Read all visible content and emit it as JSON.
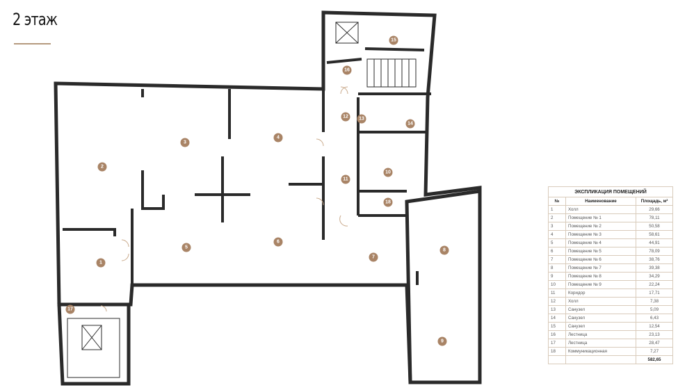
{
  "header": {
    "title": "2 этаж"
  },
  "colors": {
    "accent": "#a98466",
    "wall": "#2a2a2a",
    "table_border": "#d9cbbb"
  },
  "plan": {
    "markers": [
      "1",
      "2",
      "3",
      "4",
      "5",
      "6",
      "7",
      "8",
      "9",
      "10",
      "11",
      "12",
      "13",
      "14",
      "15",
      "16",
      "17",
      "18"
    ]
  },
  "legend": {
    "caption": "ЭКСПЛИКАЦИЯ ПОМЕЩЕНИЙ",
    "columns": [
      "№",
      "Наименование",
      "Площадь, м²"
    ],
    "rows": [
      {
        "n": "1",
        "name": "Холл",
        "area": "29,66"
      },
      {
        "n": "2",
        "name": "Помещение № 1",
        "area": "78,11"
      },
      {
        "n": "3",
        "name": "Помещение № 2",
        "area": "50,58"
      },
      {
        "n": "4",
        "name": "Помещение № 3",
        "area": "58,61"
      },
      {
        "n": "5",
        "name": "Помещение № 4",
        "area": "44,91"
      },
      {
        "n": "6",
        "name": "Помещение № 5",
        "area": "78,09"
      },
      {
        "n": "7",
        "name": "Помещение № 6",
        "area": "38,76"
      },
      {
        "n": "8",
        "name": "Помещение № 7",
        "area": "39,38"
      },
      {
        "n": "9",
        "name": "Помещение № 8",
        "area": "34,29"
      },
      {
        "n": "10",
        "name": "Помещение № 9",
        "area": "22,24"
      },
      {
        "n": "11",
        "name": "Коридор",
        "area": "17,71"
      },
      {
        "n": "12",
        "name": "Холл",
        "area": "7,38"
      },
      {
        "n": "13",
        "name": "Санузел",
        "area": "5,09"
      },
      {
        "n": "14",
        "name": "Санузел",
        "area": "6,43"
      },
      {
        "n": "15",
        "name": "Санузел",
        "area": "12,54"
      },
      {
        "n": "16",
        "name": "Лестница",
        "area": "23,13"
      },
      {
        "n": "17",
        "name": "Лестница",
        "area": "28,47"
      },
      {
        "n": "18",
        "name": "Коммуникационная",
        "area": "7,27"
      }
    ],
    "total": "582,65"
  }
}
